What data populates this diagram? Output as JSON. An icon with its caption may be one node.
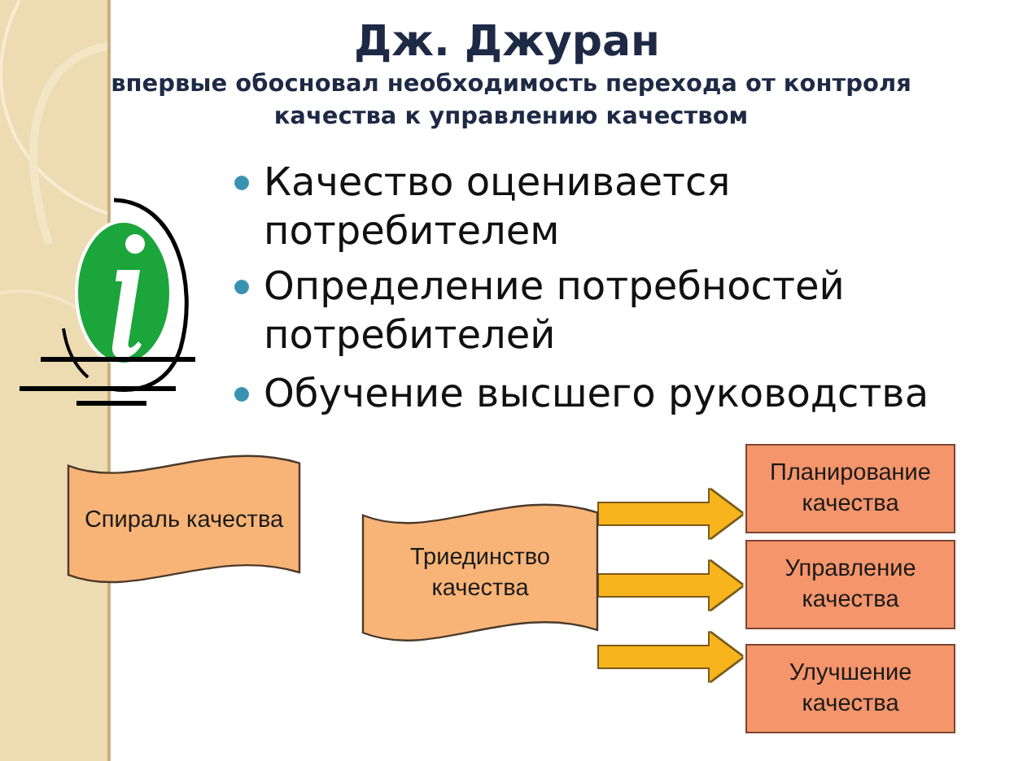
{
  "diagram": {
    "title": "Дж. Джуран",
    "nodes": [
      {
        "text": [
          "Спираль качества"
        ]
      },
      {
        "text": [
          "Триединство качества"
        ]
      },
      {
        "text": [
          "Планирование качества"
        ]
      },
      {
        "text": [
          "Управление качества"
        ]
      },
      {
        "text": [
          "Улучшение качества"
        ]
      }
    ],
    "edges": [
      {
        "from": 1,
        "to": 2,
        "arrow": "to"
      },
      {
        "from": 1,
        "to": 3,
        "arrow": "to"
      },
      {
        "from": 1,
        "to": 4,
        "arrow": "to"
      }
    ],
    "labels": [
      "впервые обосновал необходимость перехода от контроля качества к управлению качеством",
      "Качество оценивается потребителем",
      "Определение потребностей потребителей",
      "Обучение высшего руководства"
    ]
  }
}
